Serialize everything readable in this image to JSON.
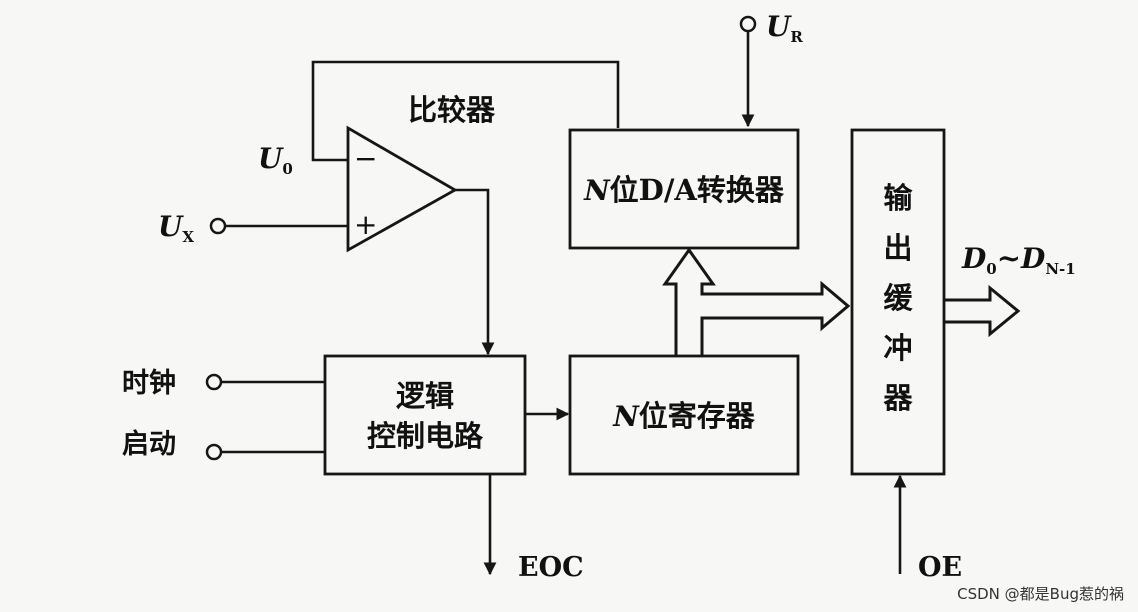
{
  "diagram": {
    "comparator_label": "比较器",
    "comparator_minus": "−",
    "comparator_plus": "+",
    "dac_label": "N位D/A转换器",
    "dac_label_n": "N",
    "dac_label_rest": "位D/A转换器",
    "register_label_n": "N",
    "register_label_rest": "位寄存器",
    "logic_label_line1": "逻辑",
    "logic_label_line2": "控制电路",
    "buffer_label_chars": [
      "输",
      "出",
      "缓",
      "冲",
      "器"
    ],
    "u0": {
      "main": "U",
      "sub": "0"
    },
    "ux": {
      "main": "U",
      "sub": "X"
    },
    "ur": {
      "main": "U",
      "sub": "R"
    },
    "clock_label": "时钟",
    "start_label": "启动",
    "eoc_label": "EOC",
    "oe_label": "OE",
    "output_label": {
      "d": "D",
      "sub0": "0",
      "tilde": "~",
      "d2": "D",
      "sub1": "N-1"
    }
  },
  "watermark": "CSDN @都是Bug惹的祸"
}
